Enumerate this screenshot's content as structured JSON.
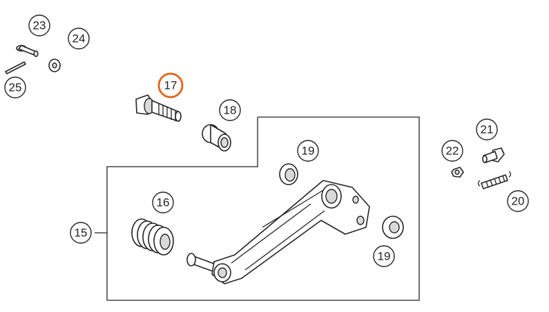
{
  "callouts": {
    "c15": "15",
    "c16": "16",
    "c17": "17",
    "c18": "18",
    "c19a": "19",
    "c19b": "19",
    "c20": "20",
    "c21": "21",
    "c22": "22",
    "c23": "23",
    "c24": "24",
    "c25": "25"
  },
  "highlight": {
    "callout": "17",
    "color": "#e06a1f"
  },
  "parts": {
    "15": "shift-lever-assembly-icon",
    "16": "spring-icon",
    "17": "screw-icon",
    "18": "bushing-icon",
    "19": "washer-icon",
    "20": "tension-spring-icon",
    "21": "bolt-icon",
    "22": "nut-icon",
    "23": "pin-icon",
    "24": "washer-icon",
    "25": "cotter-pin-icon"
  }
}
